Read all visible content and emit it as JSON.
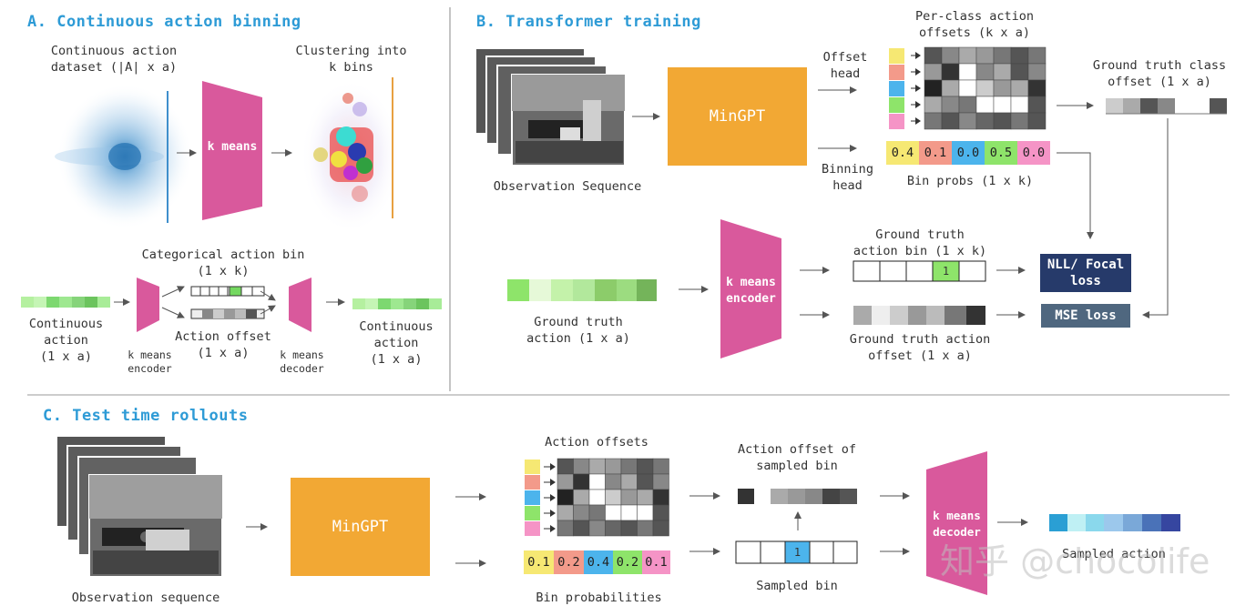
{
  "section_a": {
    "title": "A. Continuous action binning",
    "dataset_label": "Continuous action\ndataset (|A| x a)",
    "clustering_label": "Clustering into\nk bins",
    "kmeans_label": "k means",
    "categorical_label": "Categorical action bin\n(1 x k)",
    "offset_label": "Action offset\n(1 x a)",
    "input_label": "Continuous\naction\n(1 x a)",
    "output_label": "Continuous\naction\n(1 x a)",
    "encoder_label": "k means\nencoder",
    "decoder_label": "k means\ndecoder"
  },
  "section_b": {
    "title": "B. Transformer training",
    "obs_label": "Observation Sequence",
    "mingpt_label": "MinGPT",
    "offset_head_label": "Offset\nhead",
    "binning_head_label": "Binning\nhead",
    "per_class_label": "Per-class action\noffsets (k x a)",
    "gt_class_offset_label": "Ground truth class\noffset (1 x a)",
    "bin_probs": [
      "0.4",
      "0.1",
      "0.0",
      "0.5",
      "0.0"
    ],
    "bin_probs_label": "Bin probs (1 x k)",
    "encoder_label": "k means\nencoder",
    "gt_action_label": "Ground truth\naction (1 x a)",
    "gt_bin_label": "Ground truth\naction bin (1 x k)",
    "gt_bin_value": "1",
    "gt_offset_label": "Ground truth action\noffset (1 x a)",
    "nll_label": "NLL/\nFocal loss",
    "mse_label": "MSE loss"
  },
  "section_c": {
    "title": "C. Test time rollouts",
    "obs_label": "Observation sequence",
    "mingpt_label": "MinGPT",
    "action_offsets_label": "Action offsets",
    "bin_probs": [
      "0.1",
      "0.2",
      "0.4",
      "0.2",
      "0.1"
    ],
    "bin_probs_label": "Bin probabilities",
    "offset_sampled_label": "Action offset of\nsampled bin",
    "sampled_bin_value": "1",
    "sampled_bin_label": "Sampled bin",
    "decoder_label": "k means\ndecoder",
    "sampled_action_label": "Sampled action"
  },
  "colors": {
    "title_blue": "#2e9bd6",
    "kmeans_pink": "#d9599c",
    "mingpt_orange": "#f2a834",
    "nll_navy": "#263a6a",
    "mse_slate": "#4f677f"
  },
  "watermark": "知乎 @chocolife"
}
